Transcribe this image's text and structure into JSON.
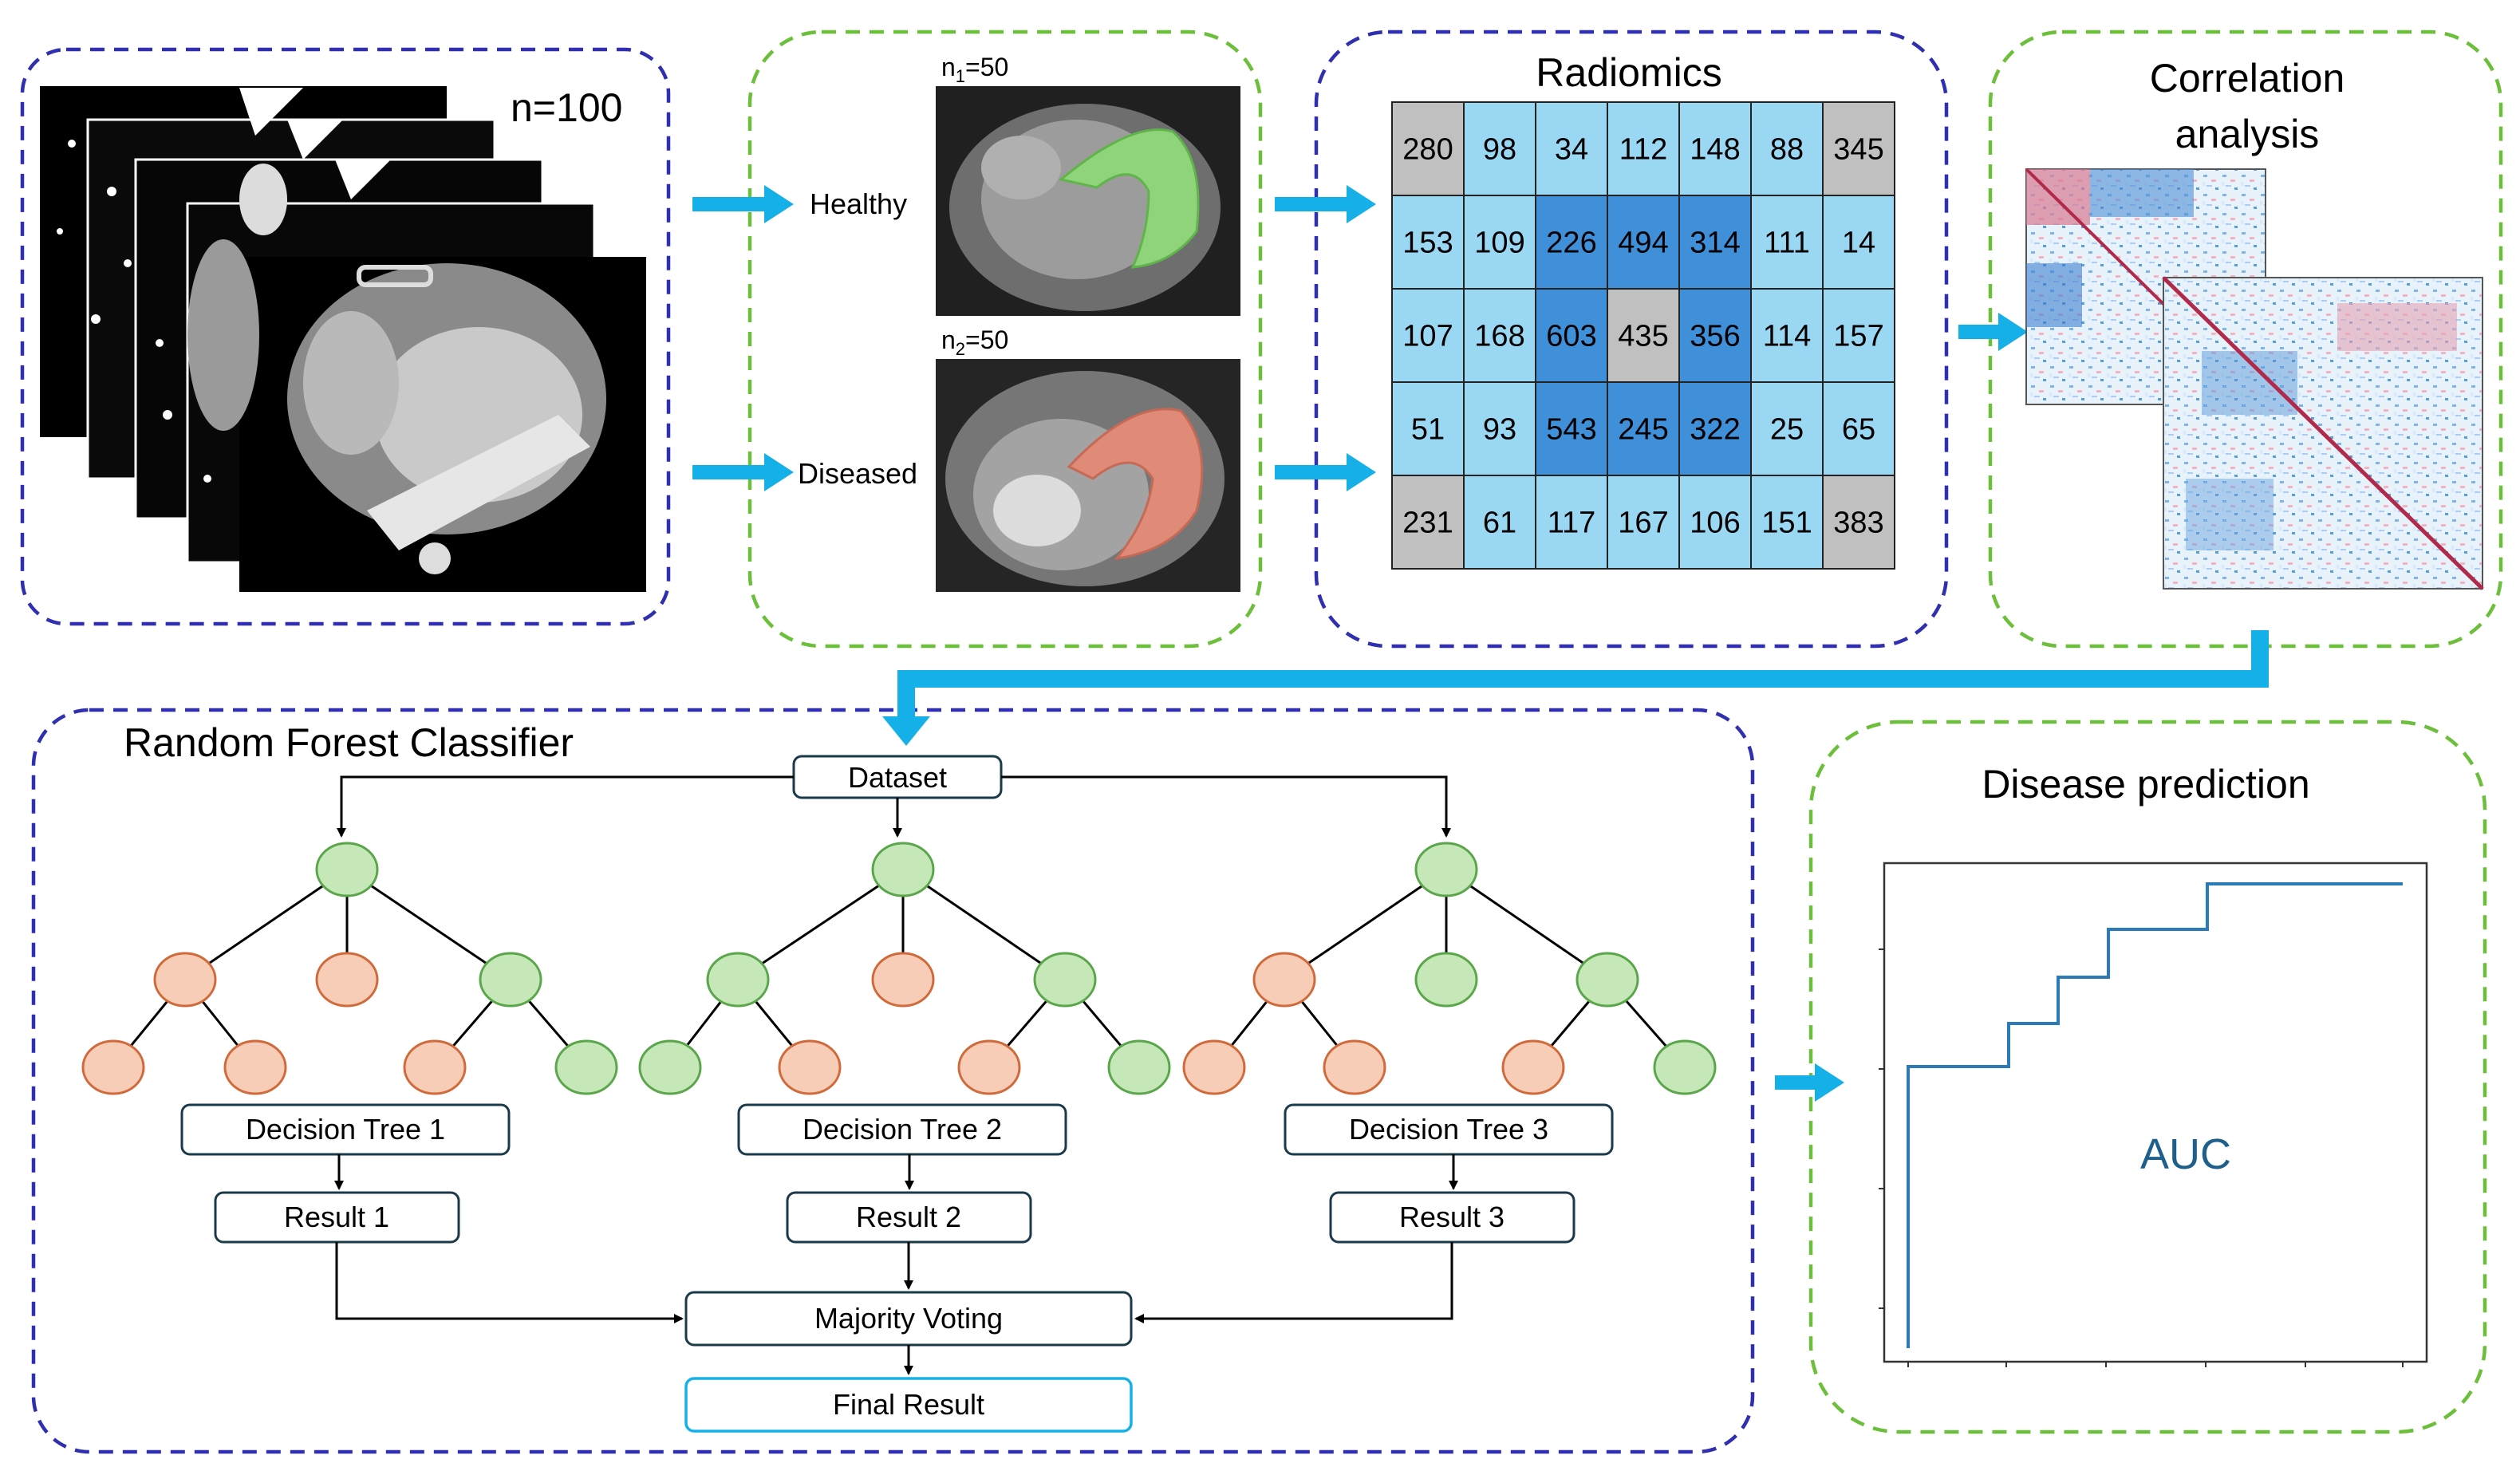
{
  "ct_panel": {
    "count_label": "n=100"
  },
  "segmentation": {
    "healthy": {
      "sample_label": "n",
      "sample_sub": "1",
      "sample_value": "=50",
      "class_label": "Healthy"
    },
    "diseased": {
      "sample_label": "n",
      "sample_sub": "2",
      "sample_value": "=50",
      "class_label": "Diseased"
    }
  },
  "radiomics": {
    "title": "Radiomics",
    "rows": [
      [
        "280",
        "98",
        "34",
        "112",
        "148",
        "88",
        "345"
      ],
      [
        "153",
        "109",
        "226",
        "494",
        "314",
        "111",
        "14"
      ],
      [
        "107",
        "168",
        "603",
        "435",
        "356",
        "114",
        "157"
      ],
      [
        "51",
        "93",
        "543",
        "245",
        "322",
        "25",
        "65"
      ],
      [
        "231",
        "61",
        "117",
        "167",
        "106",
        "151",
        "383"
      ]
    ],
    "shade": [
      [
        "g",
        "l",
        "l",
        "l",
        "l",
        "l",
        "g"
      ],
      [
        "l",
        "l",
        "d",
        "d",
        "d",
        "l",
        "l"
      ],
      [
        "l",
        "l",
        "d",
        "g",
        "d",
        "l",
        "l"
      ],
      [
        "l",
        "l",
        "d",
        "d",
        "d",
        "l",
        "l"
      ],
      [
        "g",
        "l",
        "l",
        "l",
        "l",
        "l",
        "g"
      ]
    ],
    "colors": {
      "gray": "#c0c0c0",
      "light": "#9ad7f2",
      "dark": "#3f8fd9"
    }
  },
  "correlation": {
    "title_line1": "Correlation",
    "title_line2": "analysis"
  },
  "random_forest": {
    "title": "Random Forest Classifier",
    "dataset_label": "Dataset",
    "trees": [
      {
        "name": "Decision Tree 1",
        "result": "Result 1"
      },
      {
        "name": "Decision Tree 2",
        "result": "Result 2"
      },
      {
        "name": "Decision Tree 3",
        "result": "Result 3"
      }
    ],
    "voting_label": "Majority Voting",
    "final_label": "Final Result"
  },
  "prediction": {
    "title": "Disease prediction",
    "auc_label": "AUC"
  },
  "colors": {
    "blue_dash": "#2f2fb0",
    "green_dash": "#6cbf3a",
    "arrow": "#16b0e8",
    "node_green": "#c6e8b8",
    "node_green_stroke": "#5aa64a",
    "node_orange": "#f8cdb8",
    "node_orange_stroke": "#d06a3a",
    "roc_line": "#2b7bb9"
  }
}
